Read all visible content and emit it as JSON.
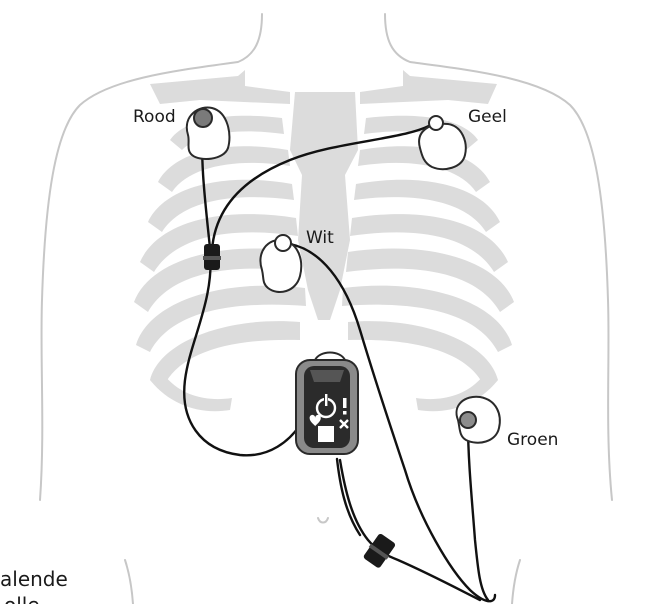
{
  "labels": {
    "red": "Rood",
    "yellow": "Geel",
    "white": "Wit",
    "green": "Groen"
  },
  "cropped_text": {
    "line1": "alende",
    "line2": "olle"
  },
  "device": {
    "icons": [
      "heart-icon",
      "power-icon",
      "alert-icon",
      "close-icon",
      "stop-icon"
    ]
  },
  "colors": {
    "body_outline": "#c7c7c7",
    "ribcage": "#dcdcdc",
    "lead_wire": "#111111",
    "device_body": "#2b2b2b",
    "device_shell": "#8a8a8a",
    "snap_red": "#7a7a7a",
    "snap_green": "#8c8c8c"
  }
}
